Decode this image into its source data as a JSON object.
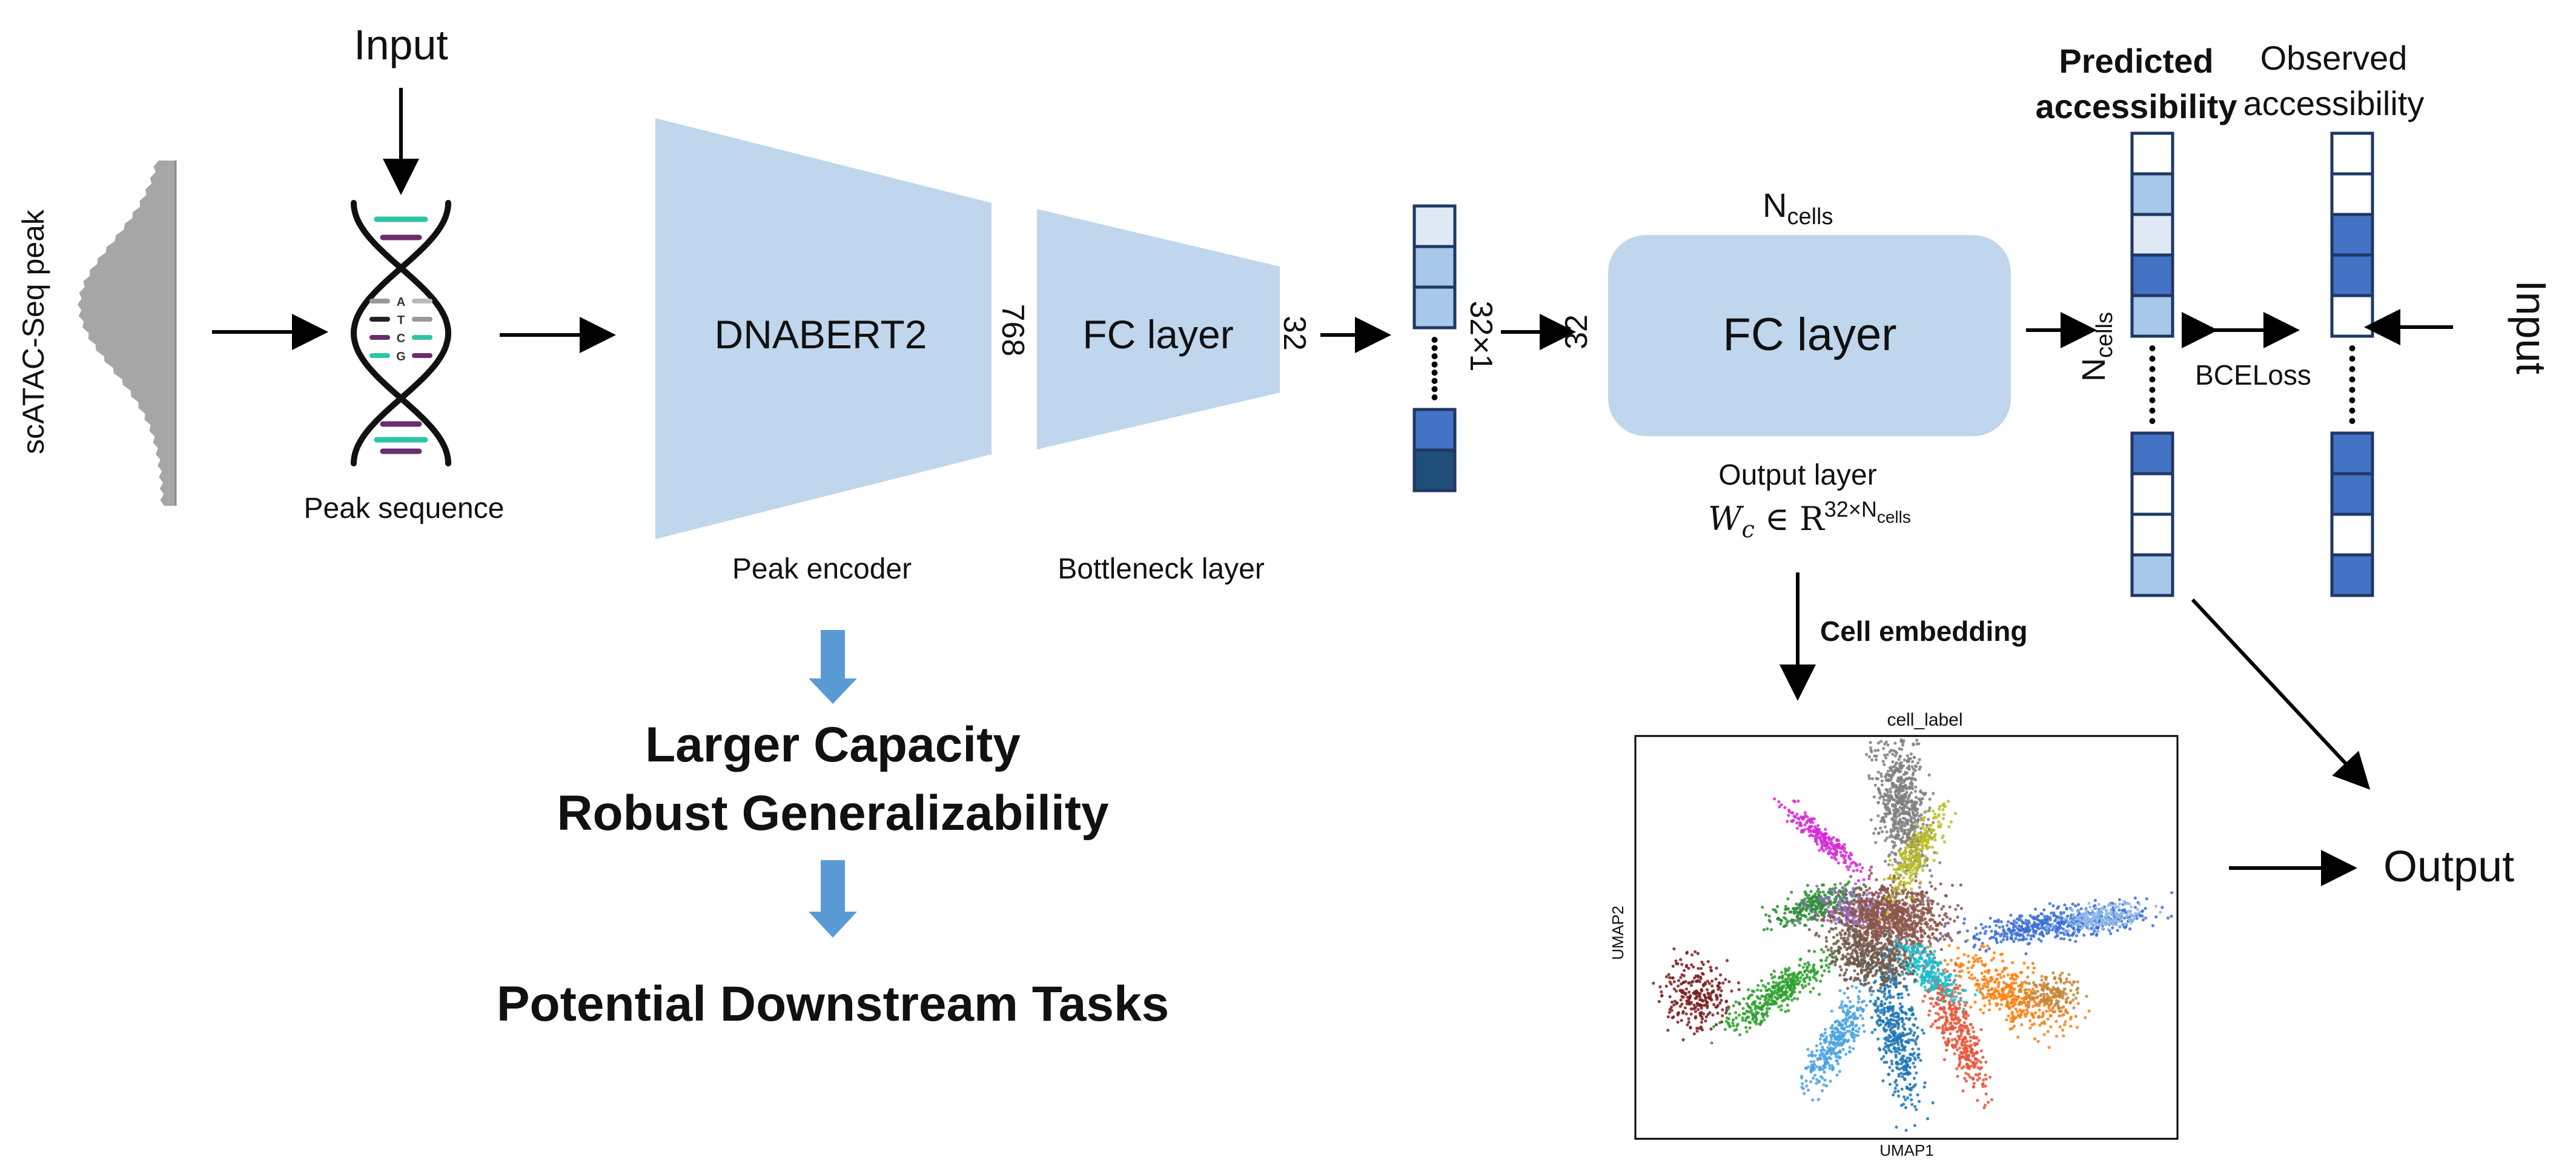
{
  "labels": {
    "input_top": "Input",
    "input_right": "Input",
    "atac_peak": "scATAC-Seq peak",
    "peak_sequence": "Peak sequence",
    "dnabert2": "DNABERT2",
    "dim_768": "768",
    "fc_layer_1": "FC layer",
    "dim_32_a": "32",
    "dim_32x1": "32×1",
    "dim_32_b": "32",
    "fc_layer_2": "FC layer",
    "peak_encoder": "Peak encoder",
    "bottleneck_layer": "Bottleneck layer",
    "ncells_top": "N",
    "ncells_sub": "cells",
    "output_layer": "Output layer",
    "weight_lhs": "W",
    "weight_sub": "c",
    "weight_in": " ∈ R",
    "weight_sup": "32×N",
    "weight_sup_sub": "cells",
    "cell_embedding": "Cell embedding",
    "predicted_1": "Predicted",
    "predicted_2": "accessibility",
    "observed_1": "Observed",
    "observed_2": "accessibility",
    "bceloss": "BCELoss",
    "ncells_side": "N",
    "ncells_side_sub": "cells",
    "larger_capacity": "Larger Capacity",
    "robust_generalizability": "Robust Generalizability",
    "potential_tasks": "Potential Downstream Tasks",
    "output": "Output",
    "umap_title": "cell_label",
    "umap_x": "UMAP1",
    "umap_y": "UMAP2"
  },
  "dna_letters": [
    "A",
    "T",
    "C",
    "G"
  ],
  "colors": {
    "encoder_fill": "#bfd6ec",
    "light_cell": "#dfe9f5",
    "mid_cell": "#a7c8e8",
    "dark_cell": "#4472c4",
    "darkest_cell": "#1f4e79",
    "down_arrow": "#5b9bd5",
    "peak_gray": "#a6a6a6",
    "teal": "#2ec4a6",
    "purple": "#6b2d6b"
  },
  "embedding_column": [
    "light",
    "mid",
    "mid",
    "dots",
    "dark",
    "darkest"
  ],
  "predicted_column": [
    "white",
    "mid",
    "light",
    "dark",
    "mid",
    "dots",
    "dark",
    "white",
    "white",
    "mid"
  ],
  "observed_column": [
    "white",
    "white",
    "dark",
    "dark",
    "white",
    "dots",
    "dark",
    "dark",
    "white",
    "dark"
  ],
  "umap_clusters": [
    {
      "color": "#7a1f1f"
    },
    {
      "color": "#2ca02c"
    },
    {
      "color": "#2f8f3a"
    },
    {
      "color": "#4aa3df"
    },
    {
      "color": "#1f77b4"
    },
    {
      "color": "#ff7f0e"
    },
    {
      "color": "#c2873a"
    },
    {
      "color": "#e6553a"
    },
    {
      "color": "#3b6fd6"
    },
    {
      "color": "#8fb9e8"
    },
    {
      "color": "#d62ad6"
    },
    {
      "color": "#9467bd"
    },
    {
      "color": "#8c564b"
    },
    {
      "color": "#7f7f7f"
    },
    {
      "color": "#bcbd22"
    },
    {
      "color": "#17becf"
    },
    {
      "color": "#6e5a4b"
    }
  ]
}
